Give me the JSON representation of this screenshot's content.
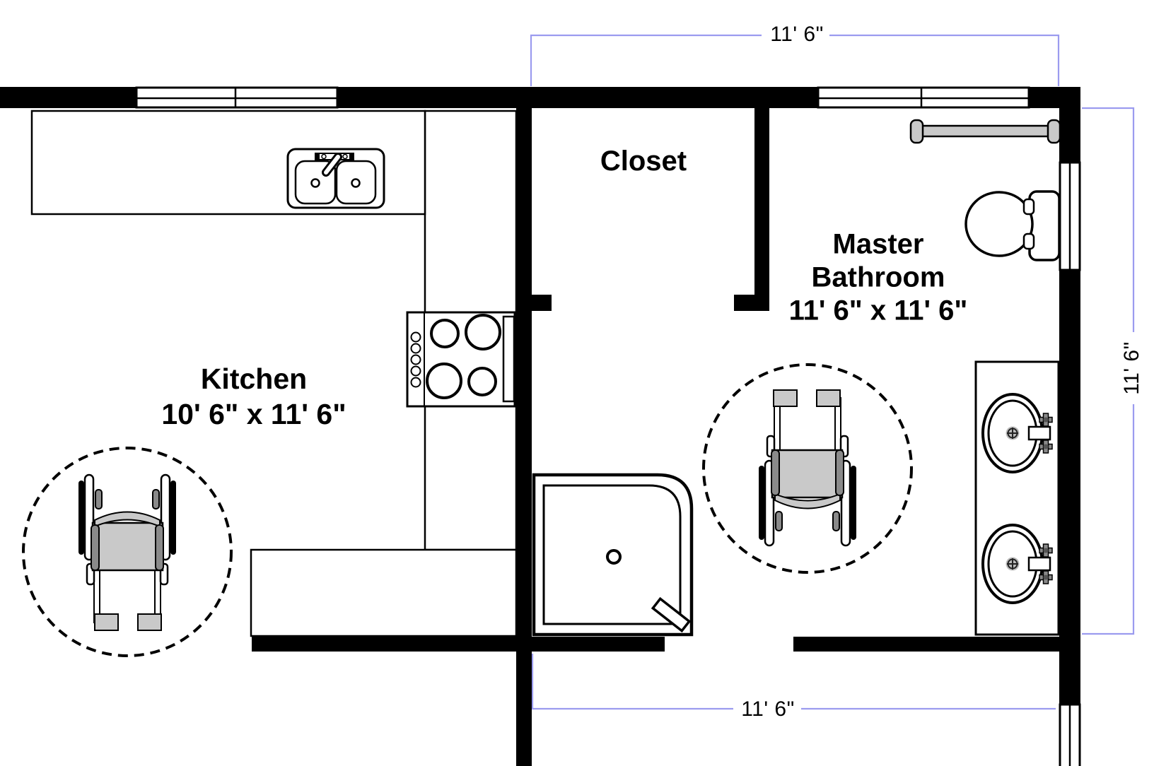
{
  "rooms": {
    "kitchen": {
      "label": "Kitchen",
      "dimensions": "10' 6\" x 11' 6\""
    },
    "closet": {
      "label": "Closet"
    },
    "master_bathroom": {
      "label_line1": "Master",
      "label_line2": "Bathroom",
      "dimensions": "11' 6\" x 11' 6\""
    }
  },
  "dimension_labels": {
    "top": "11' 6\"",
    "right": "11' 6\"",
    "bottom": "11' 6\""
  },
  "colors": {
    "background": "#ffffff",
    "wall_black": "#000000",
    "dimension_line": "#9b9bef",
    "fixture_gray": "#c9c9c9",
    "fixture_dark_gray": "#8a8a8a"
  },
  "fixtures": {
    "kitchen_sink": "double-basin-sink-icon",
    "stove": "four-burner-stove-icon",
    "shower": "corner-shower-icon",
    "toilet": "toilet-icon",
    "towel_bar": "towel-bar-icon",
    "vanity_sinks": "oval-sink-icon",
    "accessibility": "wheelchair-turning-radius-icon"
  }
}
